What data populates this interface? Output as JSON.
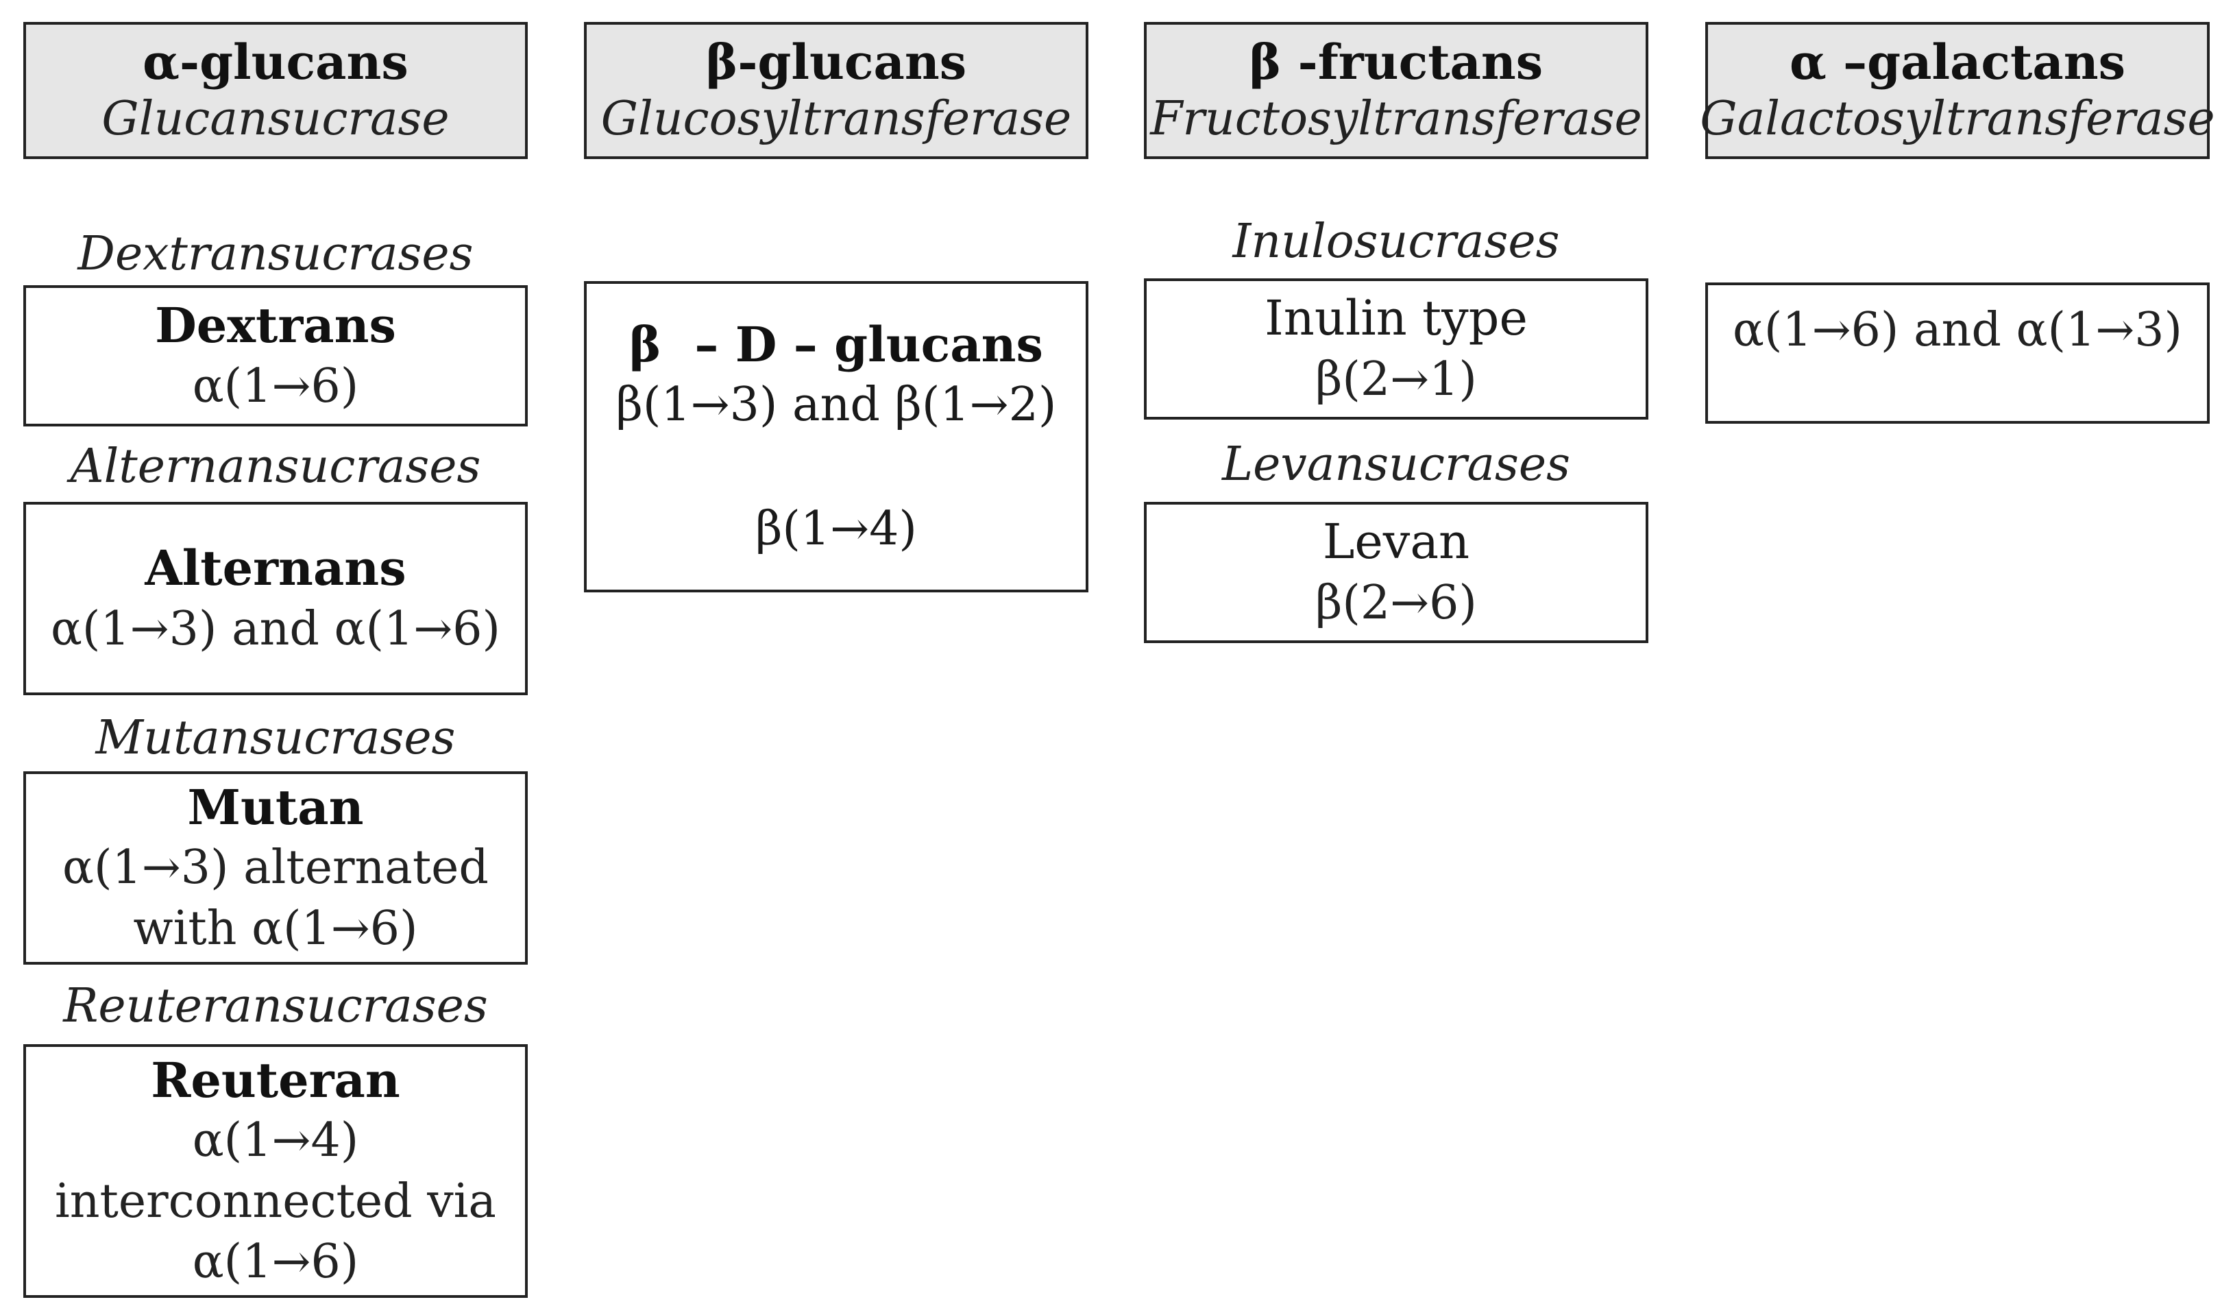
{
  "columns": [
    {
      "header": {
        "title": "α-glucans",
        "enzyme": "Glucansucrase"
      },
      "entries": [
        {
          "enzyme": "Dextransucrases",
          "name": "Dextrans",
          "linkage": "α(1→6)"
        },
        {
          "enzyme": "Alternansucrases",
          "name": "Alternans",
          "linkage": "α(1→3) and α(1→6)"
        },
        {
          "enzyme": "Mutansucrases",
          "name": "Mutan",
          "linkage": "α(1→3) alternated\nwith α(1→6)"
        },
        {
          "enzyme": "Reuteransucrases",
          "name": "Reuteran",
          "linkage": "α(1→4)\ninterconnected via\nα(1→6)"
        }
      ]
    },
    {
      "header": {
        "title": "β-glucans",
        "enzyme": "Glucosyltransferase"
      },
      "entries": [
        {
          "name": "β  – D – glucans",
          "linkage_1": "β(1→3) and β(1→2)",
          "linkage_2": "β(1→4)"
        }
      ]
    },
    {
      "header": {
        "title": "β -fructans",
        "enzyme": "Fructosyltransferase"
      },
      "entries": [
        {
          "enzyme": "Inulosucrases",
          "name": "Inulin type",
          "linkage": "β(2→1)"
        },
        {
          "enzyme": "Levansucrases",
          "name": "Levan",
          "linkage": "β(2→6)"
        }
      ]
    },
    {
      "header": {
        "title": "α –galactans",
        "enzyme": "Galactosyltransferase"
      },
      "entries": [
        {
          "linkage": "α(1→6) and α(1→3)"
        }
      ]
    }
  ]
}
